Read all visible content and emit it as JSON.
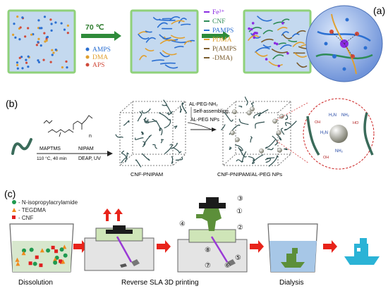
{
  "panel_a": {
    "letter": "(a)",
    "step1_temp": "70 ℃",
    "legend1": [
      {
        "label": "AMPS",
        "color": "#2b6fd1"
      },
      {
        "label": "DMA",
        "color": "#e0a030"
      },
      {
        "label": "APS",
        "color": "#d04a3a"
      }
    ],
    "legend2": [
      {
        "label": "Fe³⁺",
        "color": "#8a2be2"
      },
      {
        "label": "CNF",
        "color": "#2e8b57"
      },
      {
        "label": "PAMPS",
        "color": "#2b6fd1"
      },
      {
        "label": "PDMA",
        "color": "#e0a030"
      },
      {
        "label": "P(AMPS",
        "color": "#7a5c2e"
      },
      {
        "label": "-DMA)",
        "color": "#7a5c2e"
      }
    ]
  },
  "panel_b": {
    "letter": "(b)",
    "reagent1": "MAPTMS",
    "condition1": "110 °C, 40 min",
    "reagent2": "NIPAM",
    "condition2": "DEAP, UV",
    "reagent3": "AL-PEG-NH₂",
    "condition3": "Self-assembling",
    "reagent4": "AL-PEG NPs",
    "product1": "CNF-PNIPAM",
    "product2": "CNF-PNIPAM/AL-PEG NPs",
    "subscript_n": "n"
  },
  "panel_c": {
    "letter": "(c)",
    "legend": [
      {
        "label": "- N-isopropylacrylamide",
        "color": "#1f9a4f"
      },
      {
        "label": "-  TEGDMA",
        "color": "#f08a1c"
      },
      {
        "label": "- CNF",
        "color": "#e02020"
      }
    ],
    "step_dissolution": "Dissolution",
    "step_printing": "Reverse SLA 3D printing",
    "step_dialysis": "Dialysis",
    "callouts": [
      "①",
      "②",
      "③",
      "④",
      "⑤",
      "⑥",
      "⑦",
      "⑧"
    ]
  },
  "colors": {
    "arrow_red": "#e8231a",
    "hydrogel_green": "#5c8f3a",
    "boat_cyan": "#2bb3d6",
    "liquid_blue": "#a7c7e7"
  }
}
